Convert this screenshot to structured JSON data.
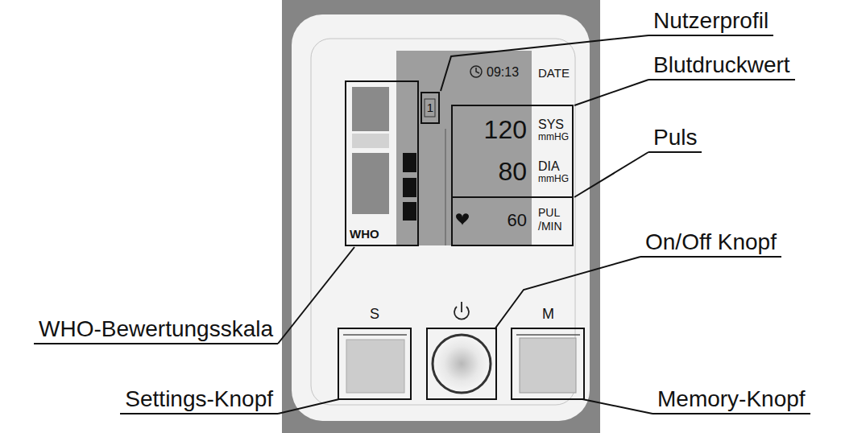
{
  "diagram": {
    "nodes": [
      {
        "text": [
          "WHO"
        ]
      },
      {
        "text": [
          "1"
        ]
      },
      {
        "text": [
          "120",
          "SYS",
          "mmHG",
          "80",
          "DIA",
          "mmHG"
        ]
      },
      {
        "text": [
          "60",
          "PUL /MIN"
        ]
      }
    ],
    "labels": [
      "Nutzerprofil",
      "Blutdruckwert",
      "09:13",
      "DATE",
      "Puls",
      "On/Off Knopf",
      "WHO-Bewertungsskala",
      "S",
      "M",
      "Settings-Knopf",
      "Memory-Knopf"
    ]
  }
}
